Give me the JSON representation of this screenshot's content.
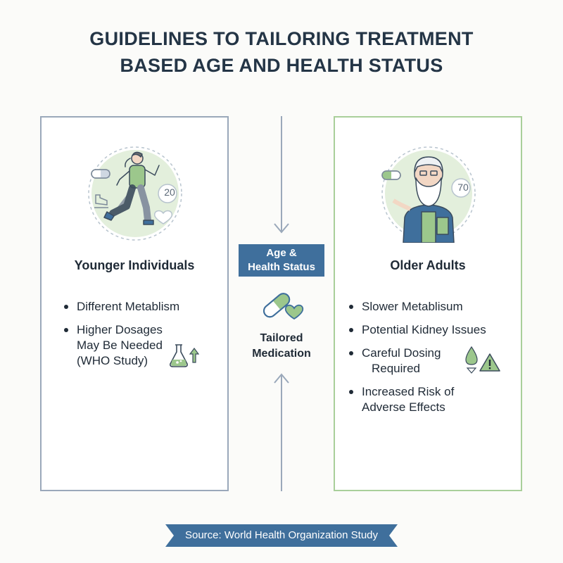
{
  "title": {
    "line1": "GUIDELINES TO TAILORING TREATMENT",
    "line2": "BASED AGE AND HEALTH STATUS"
  },
  "left_panel": {
    "heading": "Younger Individuals",
    "age_badge": "20",
    "points": [
      {
        "lines": [
          "Different Metablism"
        ]
      },
      {
        "lines": [
          "Higher Dosages",
          "May Be Needed",
          "(WHO Study)"
        ]
      }
    ],
    "icons": [
      "runner-icon",
      "pill-icon",
      "shoe-icon",
      "heart-icon",
      "flask-icon",
      "arrow-up-icon"
    ]
  },
  "center": {
    "box_line1": "Age &",
    "box_line2": "Health Status",
    "label_line1": "Tailored",
    "label_line2": "Medication",
    "icons": [
      "pill-heart-icon",
      "arrow-down-icon",
      "arrow-up-icon"
    ]
  },
  "right_panel": {
    "heading": "Older Adults",
    "age_badge": "70",
    "points": [
      {
        "lines": [
          "Slower Metablisum"
        ]
      },
      {
        "lines": [
          "Potential Kidney Issues"
        ]
      },
      {
        "lines": [
          "Careful Dosing",
          "Required"
        ]
      },
      {
        "lines": [
          "Increased Risk of",
          "Adverse Effects"
        ]
      }
    ],
    "icons": [
      "elderly-man-icon",
      "pill-icon",
      "drop-icon",
      "warning-icon"
    ]
  },
  "footer": {
    "source": "Source: World Health Organization Study"
  },
  "colors": {
    "title": "#243546",
    "navy": "#3f6f9c",
    "green": "#a9cf9a",
    "gray_line": "#9aa8ba"
  }
}
